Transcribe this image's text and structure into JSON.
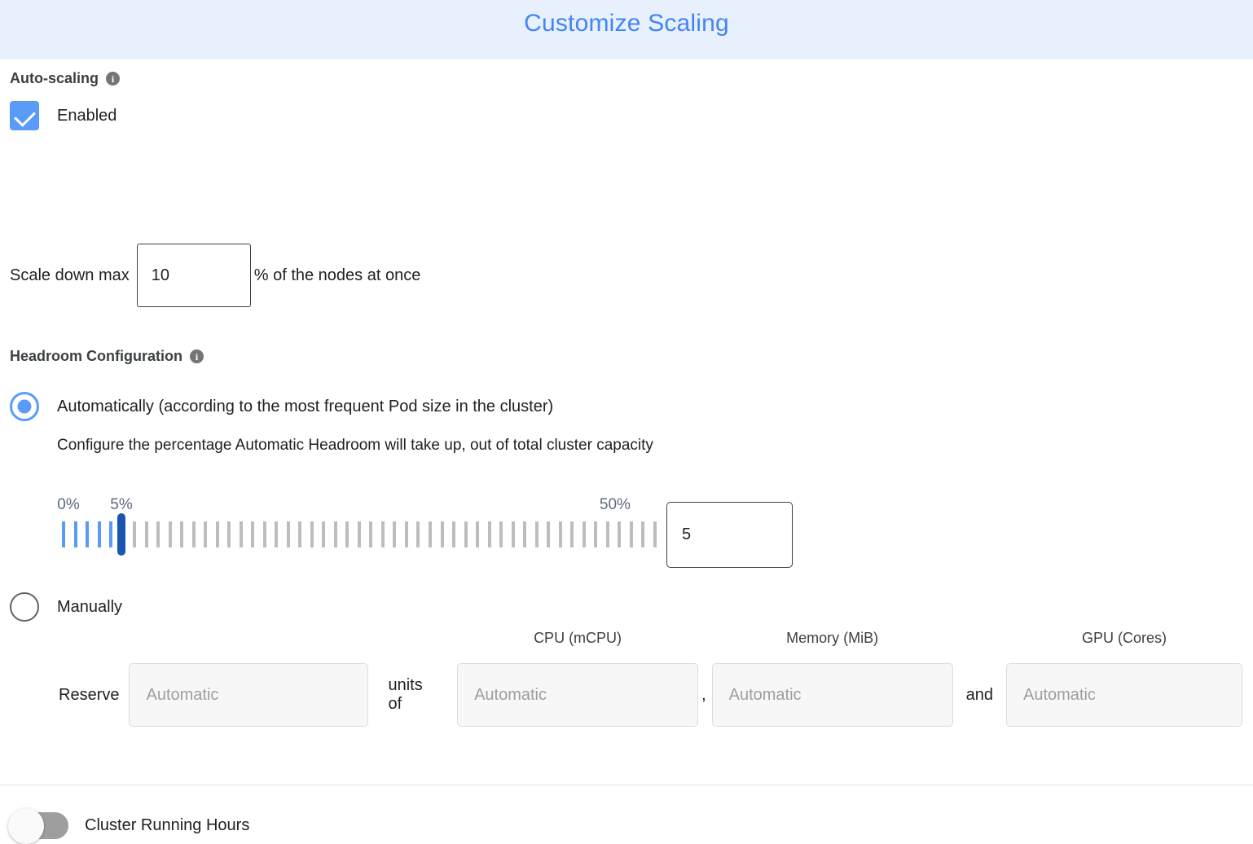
{
  "header": {
    "title": "Customize Scaling",
    "background_color": "#e8f0fe",
    "title_color": "#4285f4"
  },
  "autoscaling": {
    "section_label": "Auto-scaling",
    "info_glyph": "i",
    "checkbox_label": "Enabled",
    "checkbox_checked": true,
    "accent_color": "#5b9bf8",
    "scale_down": {
      "prefix_label": "Scale down max",
      "value": "10",
      "suffix_label": "% of the nodes at once"
    }
  },
  "headroom": {
    "section_label": "Headroom Configuration",
    "info_glyph": "i",
    "options": [
      {
        "label": "Automatically (according to the most frequent Pod size in the cluster)",
        "selected": true
      },
      {
        "label": "Manually",
        "selected": false
      }
    ],
    "description": "Configure the percentage Automatic Headroom will take up, out of total cluster capacity",
    "slider": {
      "min_label": "0%",
      "current_label": "5%",
      "max_label": "50%",
      "min": 0,
      "max": 50,
      "value": 5,
      "tick_count": 51,
      "filled_color": "#5b9bf8",
      "empty_color": "#bdbdbd",
      "thumb_color": "#1a56b0",
      "label_color": "#5f6b7e"
    },
    "value_input": "5",
    "manual_reserve": {
      "reserve_label": "Reserve",
      "units_placeholder": "Automatic",
      "units_of_label": "units of",
      "cpu_caption": "CPU (mCPU)",
      "cpu_placeholder": "Automatic",
      "comma": ",",
      "memory_caption": "Memory (MiB)",
      "memory_placeholder": "Automatic",
      "and_label": "and",
      "gpu_caption": "GPU (Cores)",
      "gpu_placeholder": "Automatic"
    }
  },
  "cluster_running_hours": {
    "label": "Cluster Running Hours",
    "enabled": false
  }
}
